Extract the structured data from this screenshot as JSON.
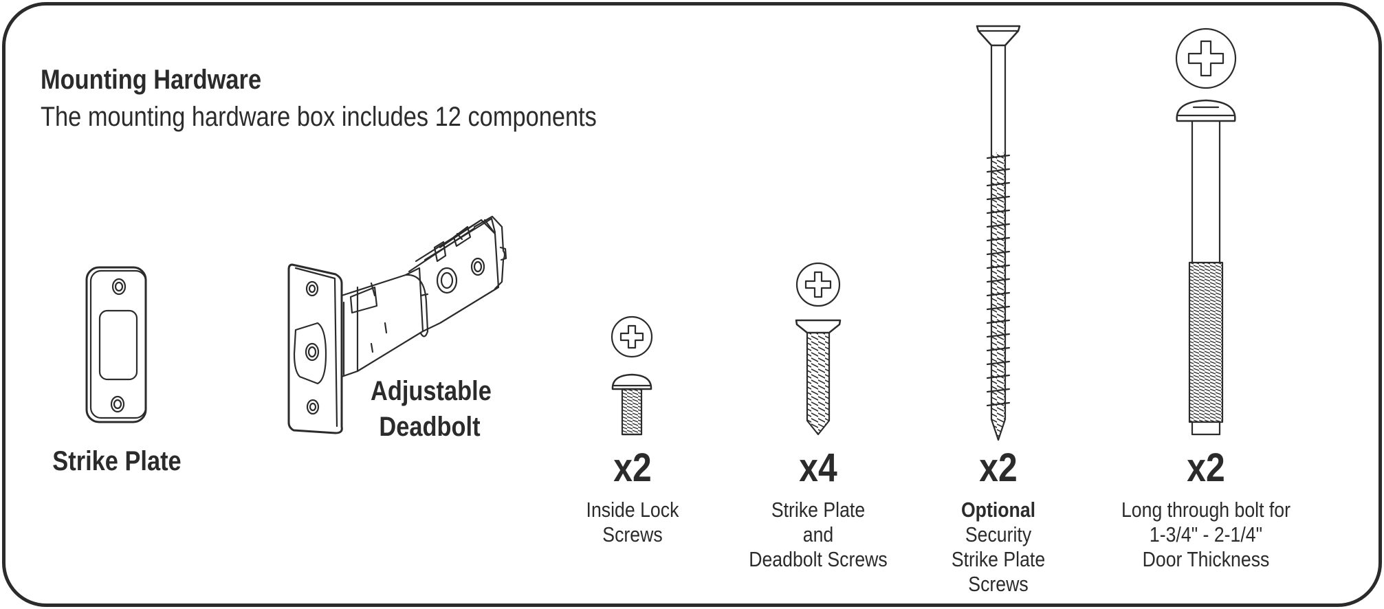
{
  "header": {
    "title": "Mounting Hardware",
    "subtitle": "The mounting hardware box includes 12 components"
  },
  "items": [
    {
      "name": "Strike Plate"
    },
    {
      "name_line1": "Adjustable",
      "name_line2": "Deadbolt"
    },
    {
      "qty": "x2",
      "desc_line1": "Inside Lock",
      "desc_line2": "Screws"
    },
    {
      "qty": "x4",
      "desc_line1": "Strike Plate",
      "desc_line2": "and",
      "desc_line3": "Deadbolt Screws"
    },
    {
      "qty": "x2",
      "desc_line1": "Optional",
      "desc_line2": "Security",
      "desc_line3": "Strike Plate",
      "desc_line4": "Screws"
    },
    {
      "qty": "x2",
      "desc_line1": "Long through bolt for",
      "desc_line2": "1-3/4\" - 2-1/4\"",
      "desc_line3": "Door Thickness"
    }
  ],
  "colors": {
    "line": "#2b2b2b",
    "background": "#ffffff"
  }
}
